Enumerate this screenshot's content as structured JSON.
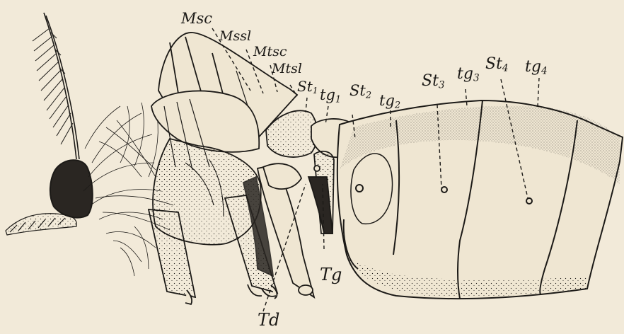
{
  "colors": {
    "paper": "#f2ead9",
    "ink": "#1c1a17",
    "shade": "#2a2622"
  },
  "labels": [
    {
      "id": "msc",
      "base": "Msc",
      "sub": ""
    },
    {
      "id": "mssl",
      "base": "Mssl",
      "sub": ""
    },
    {
      "id": "mtsc",
      "base": "Mtsc",
      "sub": ""
    },
    {
      "id": "mtsl",
      "base": "Mtsl",
      "sub": ""
    },
    {
      "id": "st1",
      "base": "St",
      "sub": "1"
    },
    {
      "id": "tg1",
      "base": "tg",
      "sub": "1"
    },
    {
      "id": "st2",
      "base": "St",
      "sub": "2"
    },
    {
      "id": "tg2",
      "base": "tg",
      "sub": "2"
    },
    {
      "id": "st3",
      "base": "St",
      "sub": "3"
    },
    {
      "id": "tg3",
      "base": "tg",
      "sub": "3"
    },
    {
      "id": "st4",
      "base": "St",
      "sub": "4"
    },
    {
      "id": "tg4",
      "base": "tg",
      "sub": "4"
    },
    {
      "id": "tgv",
      "base": "Tg",
      "sub": ""
    },
    {
      "id": "td",
      "base": "Td",
      "sub": ""
    }
  ]
}
